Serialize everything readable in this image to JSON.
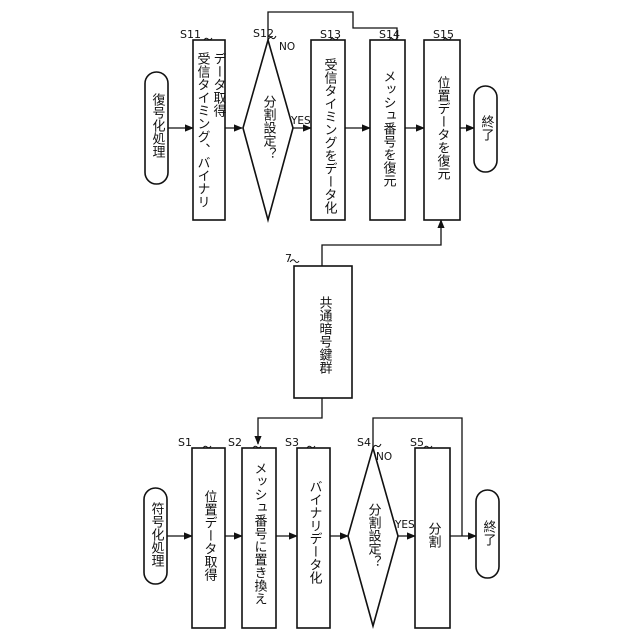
{
  "decode": {
    "start": "復号化処理",
    "s11": {
      "id": "S11",
      "text_line1": "受信タイミング、バイナリ",
      "text_line2": "データ取得"
    },
    "s12": {
      "id": "S12",
      "text": "分割設定？",
      "no": "NO",
      "yes": "YES"
    },
    "s13": {
      "id": "S13",
      "text": "受信タイミングをデータ化"
    },
    "s14": {
      "id": "S14",
      "text": "メッシュ番号を復元"
    },
    "s15": {
      "id": "S15",
      "text": "位置データを復元"
    },
    "end": "終了"
  },
  "keys": {
    "id": "7",
    "text": "共通暗号鍵群"
  },
  "encode": {
    "start": "符号化処理",
    "s1": {
      "id": "S1",
      "text": "位置データ取得"
    },
    "s2": {
      "id": "S2",
      "text": "メッシュ番号に置き換え"
    },
    "s3": {
      "id": "S3",
      "text": "バイナリデータ化"
    },
    "s4": {
      "id": "S4",
      "text": "分割設定？",
      "no": "NO",
      "yes": "YES"
    },
    "s5": {
      "id": "S5",
      "text": "分割"
    },
    "end": "終了"
  }
}
